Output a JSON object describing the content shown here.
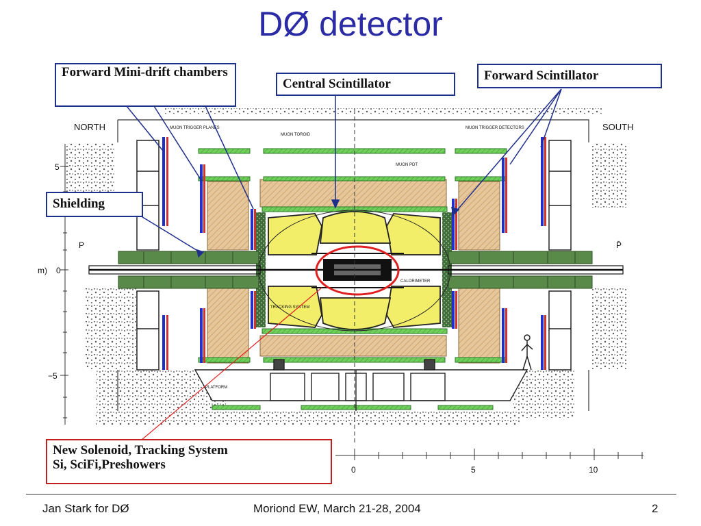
{
  "slide": {
    "title": "DØ detector",
    "footer_left": "Jan Stark for DØ",
    "footer_center": "Moriond EW, March 21-28, 2004",
    "page_number": "2"
  },
  "diagram": {
    "labels": {
      "north": "NORTH",
      "south": "SOUTH",
      "p": "P",
      "pbar": "P̄",
      "axis_unit": "m)",
      "muon_toroid": "MUON TOROID",
      "muon_pdt": "MUON PDT",
      "muon_trigger_planes": "MUON TRIGGER PLANES",
      "muon_trigger_detectors": "MUON TRIGGER DETECTORS",
      "tracking_system": "TRACKING SYSTEM",
      "calorimeter": "CALORIMETER",
      "platform": "PLATFORM"
    },
    "y_ticks": [
      "5",
      "0",
      "−5"
    ],
    "x_ticks": [
      "0",
      "5",
      "10"
    ]
  },
  "callouts": {
    "forward_mini_drift": "Forward Mini-drift chambers",
    "central_scintillator": "Central Scintillator",
    "forward_scintillator": "Forward Scintillator",
    "shielding": "Shielding",
    "solenoid_line1": "New Solenoid, Tracking System",
    "solenoid_line2": "Si, SciFi,Preshowers"
  },
  "colors": {
    "title": "#2b2ba6",
    "shielding": "#5a8a4a",
    "scintillator": "#6fcf5a",
    "calorimeter": "#f2ee6a",
    "iron": "#e6c79b",
    "chambers_blue": "#1f2fc8",
    "chambers_red": "#d03030",
    "highlight": "#e02020",
    "callout_border": "#1e2f8c"
  }
}
